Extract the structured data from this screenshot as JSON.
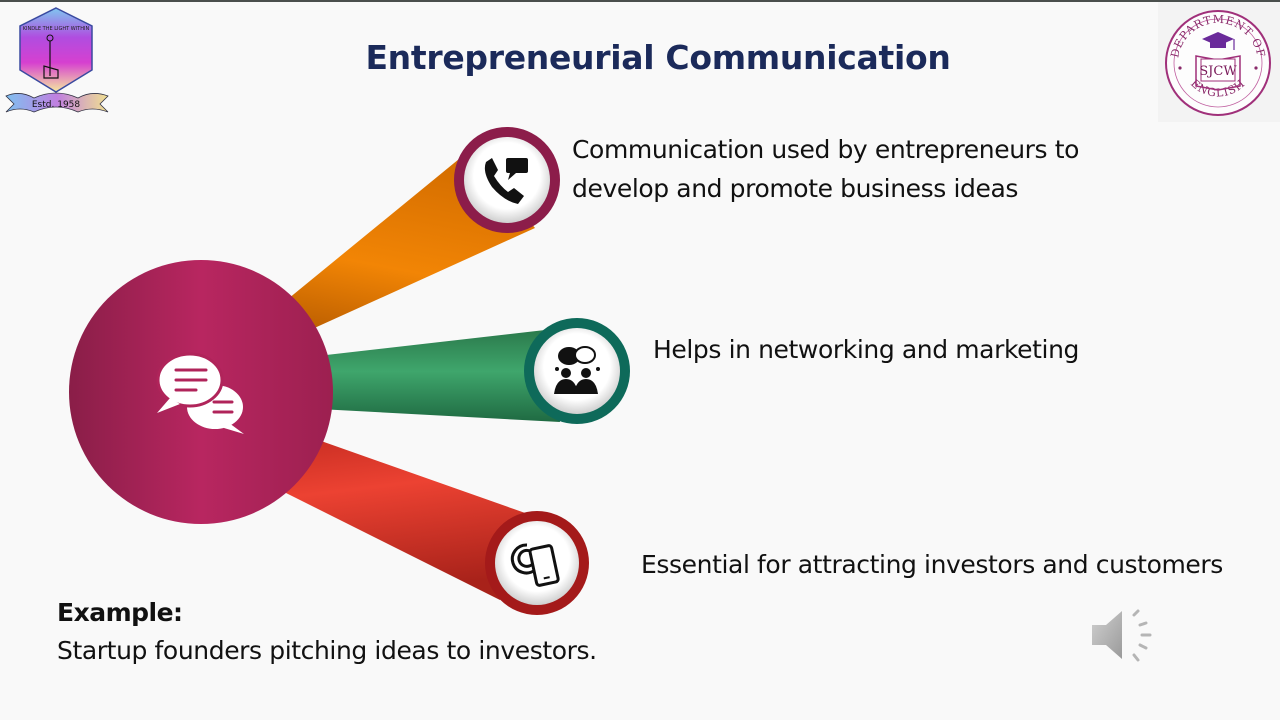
{
  "slide": {
    "title": "Entrepreneurial Communication",
    "background": "#f9f9f9",
    "title_color": "#1b2a5a"
  },
  "logos": {
    "left": {
      "motto": "KINDLE THE LIGHT WITHIN",
      "ribbon": "Estd. 1958"
    },
    "right": {
      "top_arc": "DEPARTMENT OF",
      "center": "SJCW",
      "bottom_arc": "ENGLISH"
    }
  },
  "hub": {
    "icon": "chat-bubbles-icon",
    "color": "#b0245a"
  },
  "points": [
    {
      "line1": "Communication used by entrepreneurs to",
      "line2": "develop and promote business ideas",
      "icon": "phone-message-icon",
      "arm_color": "#f08000",
      "ring_color": "#8c1d4a"
    },
    {
      "line1": "Helps in networking and marketing",
      "icon": "people-discussion-icon",
      "arm_color": "#3a9e66",
      "ring_color": "#0e6a5a"
    },
    {
      "line1": "Essential for attracting investors and customers",
      "icon": "mobile-signal-icon",
      "arm_color": "#e8392e",
      "ring_color": "#a41a1a"
    }
  ],
  "example": {
    "label": "Example:",
    "text": "Startup founders pitching ideas to investors."
  },
  "audio": {
    "icon": "speaker-icon"
  }
}
